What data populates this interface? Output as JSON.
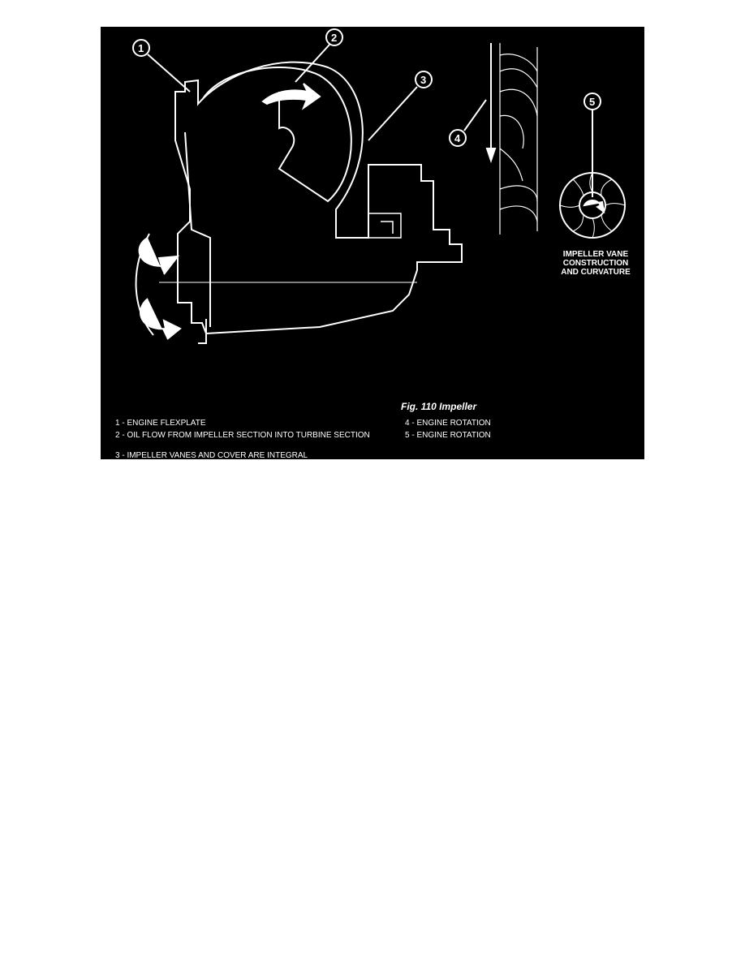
{
  "figure": {
    "title": "Fig. 110 Impeller",
    "callouts": [
      "1",
      "2",
      "3",
      "4",
      "5"
    ],
    "side_caption": [
      "IMPELLER VANE",
      "CONSTRUCTION",
      "AND CURVATURE"
    ],
    "legend": {
      "left": [
        "1 - ENGINE FLEXPLATE",
        "2 - OIL FLOW FROM IMPELLER SECTION INTO TURBINE SECTION",
        "3 - IMPELLER VANES AND COVER ARE INTEGRAL"
      ],
      "right": [
        "4 - ENGINE ROTATION",
        "5 - ENGINE ROTATION"
      ]
    },
    "background_color": "#000000",
    "line_color": "#ffffff"
  }
}
